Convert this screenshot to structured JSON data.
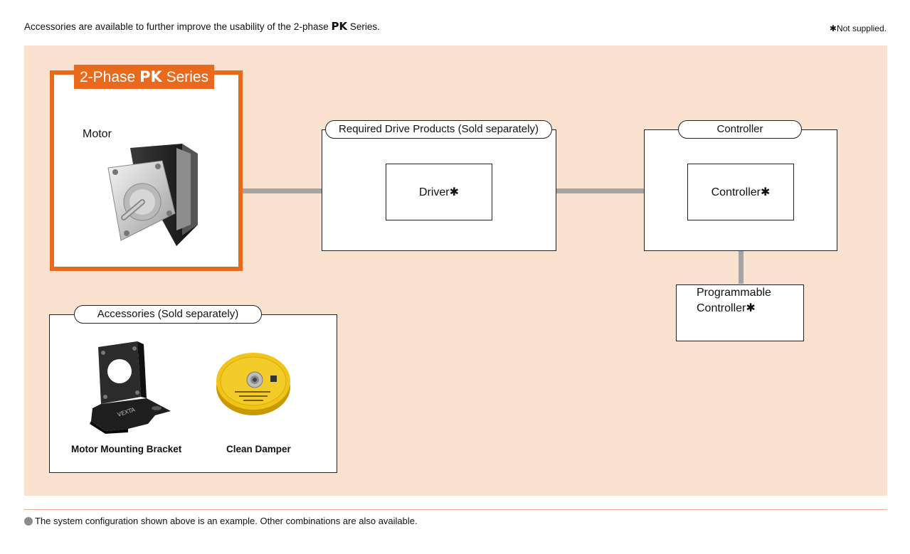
{
  "header": {
    "intro_prefix": "Accessories are available to further improve the usability of the 2-phase ",
    "intro_pk": "PK",
    "intro_suffix": " Series.",
    "note": "✱Not supplied."
  },
  "series": {
    "title_prefix": "2-Phase ",
    "title_pk": "PK",
    "title_suffix": " Series",
    "motor_label": "Motor"
  },
  "drive_group": {
    "title": "Required Drive Products (Sold separately)",
    "driver_label": "Driver✱"
  },
  "controller_group": {
    "title": "Controller",
    "controller_label": "Controller✱"
  },
  "plc": {
    "line1": "Programmable",
    "line2": "Controller✱"
  },
  "accessories": {
    "title": "Accessories (Sold separately)",
    "items": [
      {
        "label": "Motor Mounting Bracket",
        "icon": "mounting-bracket-image"
      },
      {
        "label": "Clean Damper",
        "icon": "clean-damper-image"
      }
    ]
  },
  "footer": {
    "text": "The system configuration shown above is an example. Other combinations are also available."
  },
  "colors": {
    "accent": "#ea6a1d",
    "panel_bg": "#fbe2d0",
    "connector": "#a5a5a5"
  }
}
